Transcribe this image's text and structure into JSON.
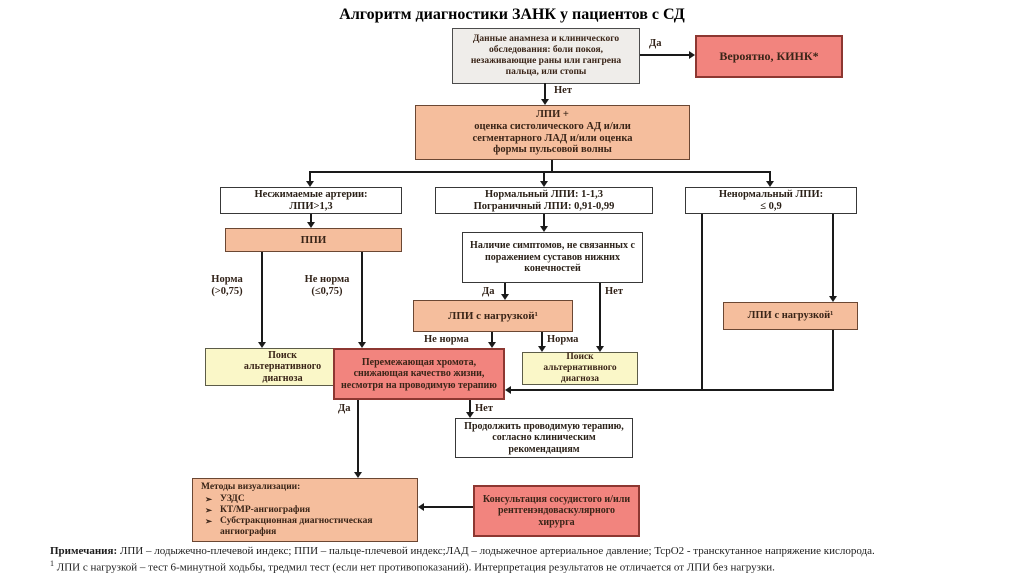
{
  "title": "Алгоритм диагностики ЗАНК у пациентов с СД",
  "colors": {
    "salmon": "#f5be9d",
    "red": "#f2847e",
    "yellow": "#faf7c8",
    "grey": "#efedea",
    "line": "#1a1a1a"
  },
  "nodes": {
    "anamnesis": "Данные анамнеза и клинического обследования: боли покоя, незаживающие раны или гангрена пальца, или стопы",
    "kink": "Вероятно, КИНК*",
    "lpi_assessment_lines": [
      "ЛПИ +",
      "оценка систолического АД и/или",
      "сегментарного ЛАД и/или оценка",
      "формы пульсовой волны"
    ],
    "noncompressible_lines": [
      "Несжимаемые артерии:",
      "ЛПИ>1,3"
    ],
    "normal_lines": [
      "Нормальный ЛПИ: 1-1,3",
      "Пограничный ЛПИ: 0,91-0,99"
    ],
    "abnormal_lines": [
      "Ненормальный ЛПИ:",
      "≤ 0,9"
    ],
    "ppi": "ППИ",
    "symptoms": "Наличие симптомов, не связанных с поражением суставов нижних конечностей",
    "lpi_load_mid": "ЛПИ с нагрузкой¹",
    "lpi_load_right": "ЛПИ с нагрузкой¹",
    "alt_diag_1_lines": [
      "Поиск",
      "альтернативного",
      "диагноза"
    ],
    "alt_diag_2_lines": [
      "Поиск",
      "альтернативного",
      "диагноза"
    ],
    "claudication": "Перемежающая хромота, снижающая качество жизни, несмотря на проводимую терапию",
    "continue_therapy": "Продолжить проводимую терапию, согласно клиническим рекомендациям",
    "imaging": {
      "title": "Методы визуализации:",
      "bullet": "➢",
      "items": [
        "УЗДС",
        "КТ/МР-ангиография",
        "Субстракционная диагностическая ангиография"
      ]
    },
    "consult": "Консультация сосудистого и/или рентгенэндоваскулярного хирурга"
  },
  "edge_labels": {
    "yes_top": "Да",
    "no_top": "Нет",
    "norm_ppi": "Норма (>0,75)",
    "abnorm_ppi": "Не норма (≤0,75)",
    "yes_symptoms": "Да",
    "no_symptoms": "Нет",
    "abnorm_load": "Не норма",
    "norm_load": "Норма",
    "yes_claud": "Да",
    "no_claud": "Нет"
  },
  "footnote": {
    "label": "Примечания:",
    "line1": " ЛПИ – лодыжечно-плечевой индекс; ППИ – пальце-плечевой индекс;ЛАД – лодыжечное артериальное давление; TcpO2 - транскутанное напряжение кислорода.",
    "sup": "1",
    "line2": " ЛПИ с нагрузкой – тест 6-минутной ходьбы, тредмил тест (если нет противопоказаний). Интерпретация результатов не отличается от ЛПИ без нагрузки."
  }
}
